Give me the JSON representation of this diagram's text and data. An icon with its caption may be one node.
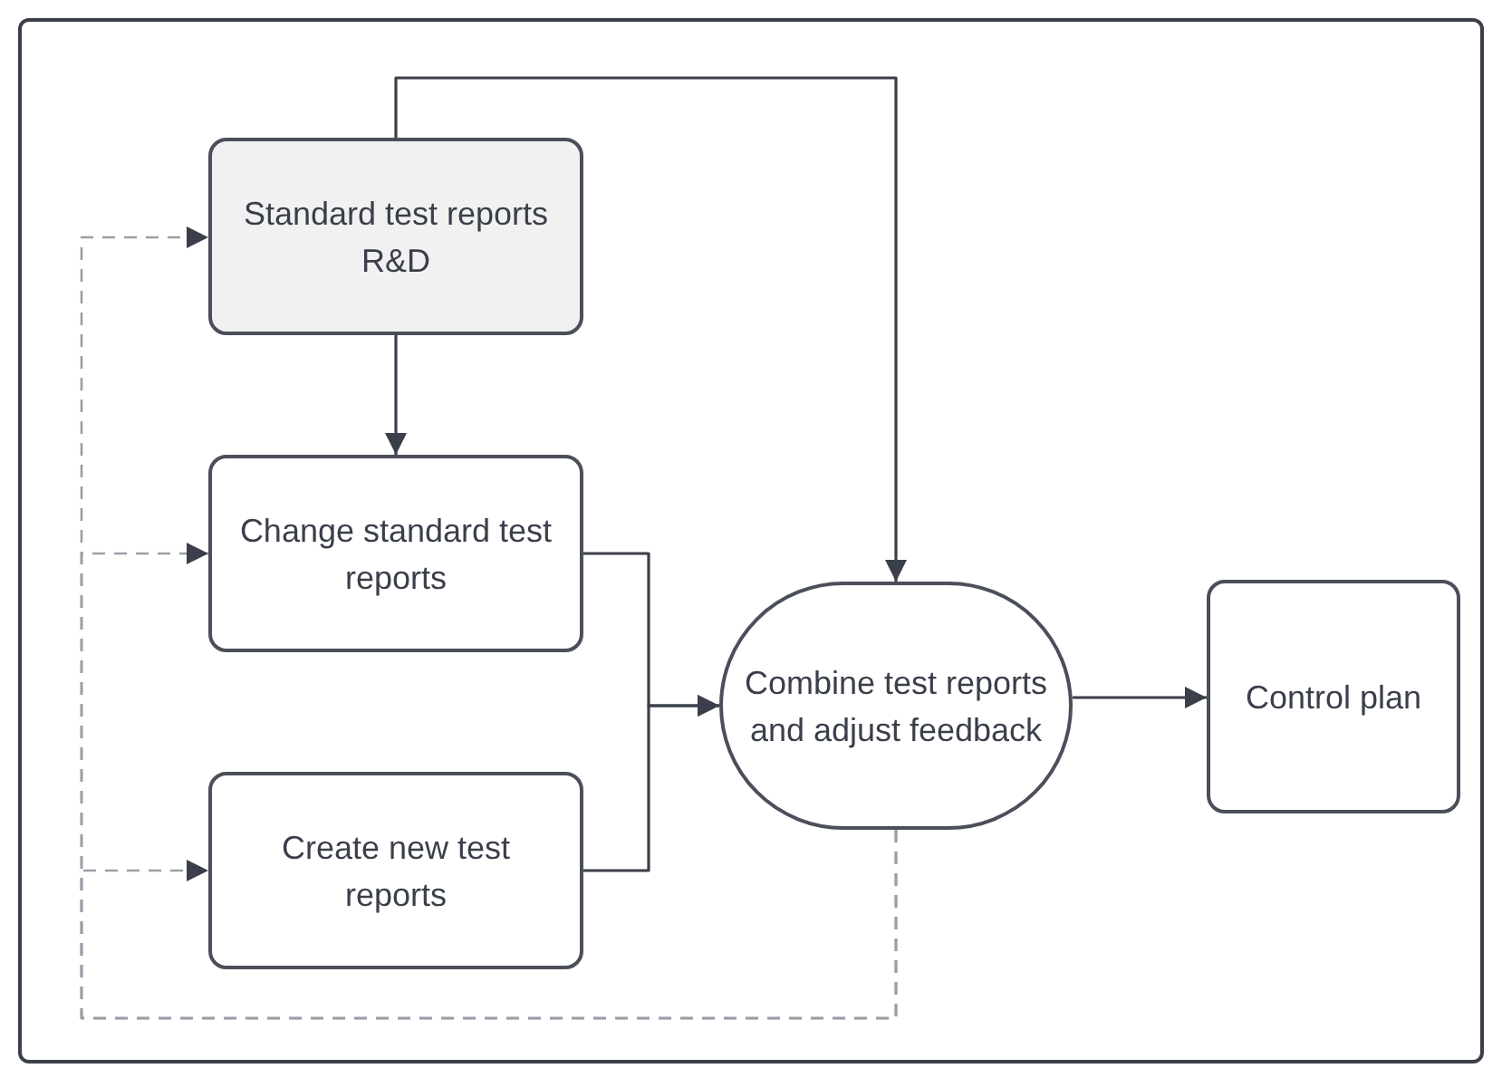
{
  "diagram": {
    "nodes": [
      {
        "text": [
          "Standard test reports R&D"
        ]
      },
      {
        "text": [
          "Change standard test reports"
        ]
      },
      {
        "text": [
          "Create new test reports"
        ]
      },
      {
        "text": [
          "Combine test reports and adjust feedback"
        ]
      },
      {
        "text": [
          "Control plan"
        ]
      }
    ],
    "edges": [
      {
        "from": 0,
        "to": 1,
        "arrow": "to"
      },
      {
        "from": 0,
        "to": 3,
        "arrow": "to"
      },
      {
        "from": 1,
        "to": 3,
        "arrow": "to"
      },
      {
        "from": 2,
        "to": 3,
        "arrow": "to"
      },
      {
        "from": 3,
        "to": 4,
        "arrow": "to"
      },
      {
        "from": 3,
        "to": 0,
        "arrow": "to",
        "style": "dashed",
        "color": "#9a9ea6"
      },
      {
        "from": 3,
        "to": 1,
        "arrow": "to",
        "style": "dashed",
        "color": "#9a9ea6"
      },
      {
        "from": 3,
        "to": 2,
        "arrow": "to",
        "style": "dashed",
        "color": "#9a9ea6"
      }
    ]
  }
}
